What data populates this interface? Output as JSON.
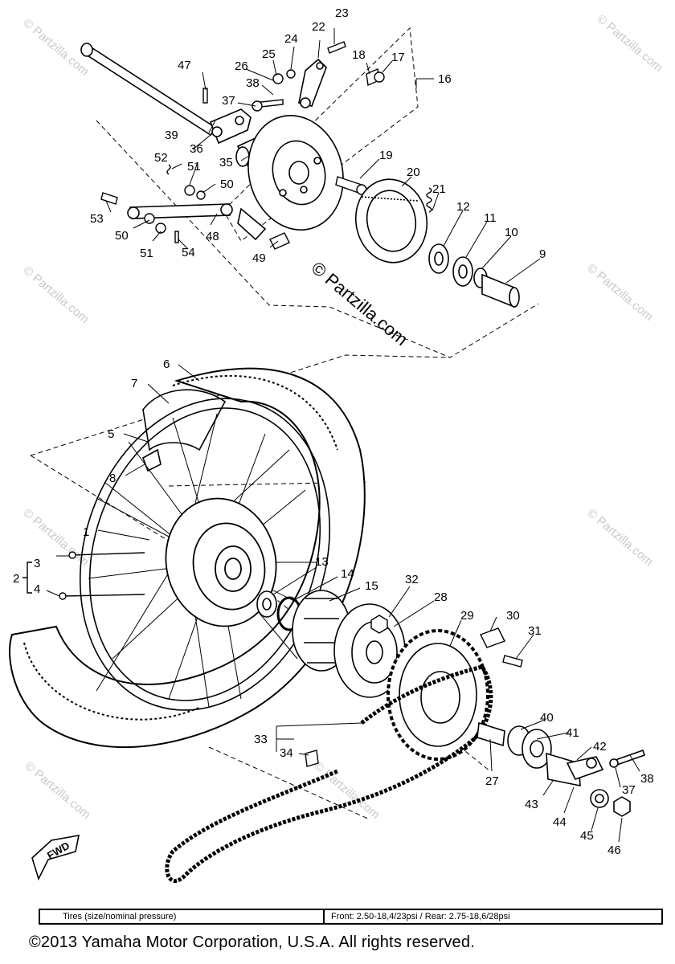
{
  "diagram": {
    "watermark_text": "© Partzilla.com",
    "fwd_label": "FWD",
    "callouts": [
      "1",
      "2",
      "3",
      "4",
      "5",
      "6",
      "7",
      "8",
      "9",
      "10",
      "11",
      "12",
      "13",
      "14",
      "15",
      "16",
      "17",
      "18",
      "19",
      "20",
      "21",
      "22",
      "23",
      "24",
      "25",
      "26",
      "27",
      "28",
      "29",
      "30",
      "31",
      "32",
      "33",
      "34",
      "35",
      "36",
      "37",
      "38",
      "39",
      "40",
      "41",
      "42",
      "43",
      "44",
      "45",
      "46",
      "47",
      "48",
      "49",
      "50",
      "51",
      "52",
      "53",
      "54"
    ]
  },
  "spec_table": {
    "tires_label": "Tires (size/nominal pressure)",
    "front_rear": "Front:  2.50-18,4/23psi   /   Rear:  2.75-18,6/28psi"
  },
  "footer": {
    "copyright": "©2013  Yamaha Motor Corporation, U.S.A. All rights reserved."
  }
}
